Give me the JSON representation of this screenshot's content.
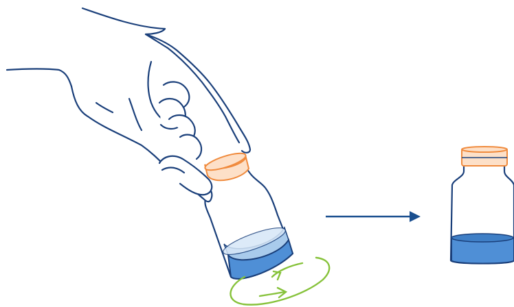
{
  "diagram": {
    "steps": [
      {
        "step": 1,
        "action": "swirl-tilted-vial",
        "motion": "circular"
      },
      {
        "step": 2,
        "action": "upright-vial-settled"
      }
    ],
    "colors": {
      "outline": "#1a3f7a",
      "cap": "#f08a3c",
      "cap_fill": "#fde0c8",
      "liquid_top": "#a9cbec",
      "liquid": "#4f8fd6",
      "liquid_dark": "#3f7fc6",
      "swirl": "#86c23a",
      "arrow": "#1a4f8f"
    },
    "icons": [
      "hand-icon",
      "vial-icon",
      "swirl-arrow-icon",
      "right-arrow-icon"
    ]
  }
}
